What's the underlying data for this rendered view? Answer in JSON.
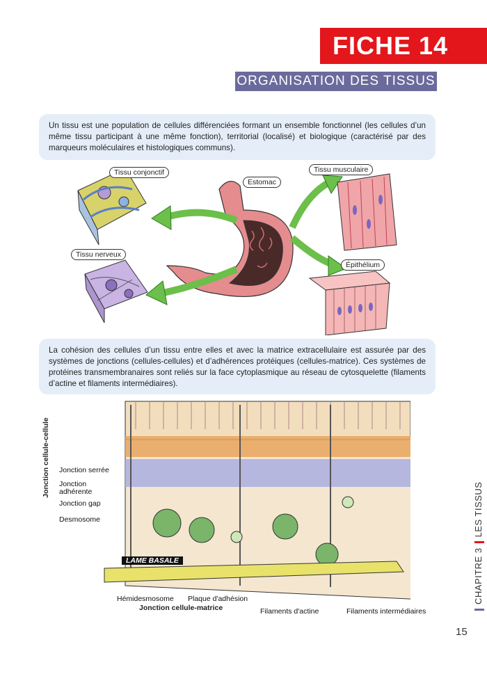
{
  "header": {
    "fiche": "FICHE 14",
    "subtitle": "ORGANISATION DES TISSUS"
  },
  "intro_text": "Un tissu est une population de cellules différenciées formant un ensemble fonctionnel (les cellules d’un même tissu participant à une même fonction), territorial (localisé) et biologique (caractérisé par des marqueurs moléculaires et histologiques communs).",
  "figure1": {
    "labels": {
      "tissu_conjonctif": "Tissu conjonctif",
      "estomac": "Estomac",
      "tissu_musculaire": "Tissu musculaire",
      "tissu_nerveux": "Tissu nerveux",
      "epithelium": "Épithélium"
    }
  },
  "cohesion_text": "La cohésion des cellules d’un tissu entre elles et avec la matrice extracellulaire est assurée par des systèmes de jonctions (cellules-cellules) et d’adhérences protéiques (cellules-matrice). Ces systèmes de protéines transmembranaires sont reliés sur la face cytoplasmique au réseau de cytosquelette (filaments d’actine et filaments intermédiaires).",
  "figure2": {
    "group_label": "Jonction cellule-cellule",
    "labels": {
      "jonction_serree": "Jonction serrée",
      "jonction_adherente_1": "Jonction",
      "jonction_adherente_2": "adhérente",
      "jonction_gap": "Jonction gap",
      "desmosome": "Desmosome",
      "lame_basale": "LAME BASALE",
      "hemidesmosome": "Hémidesmosome",
      "plaque_adhesion": "Plaque d'adhésion",
      "jonction_cellule_matrice": "Jonction cellule-matrice",
      "filaments_actine": "Filaments d'actine",
      "filaments_intermediaires": "Filaments intermédiaires"
    }
  },
  "sidebar": {
    "chapter": "CHAPITRE 3",
    "section": "LES TISSUS"
  },
  "page_number": "15"
}
